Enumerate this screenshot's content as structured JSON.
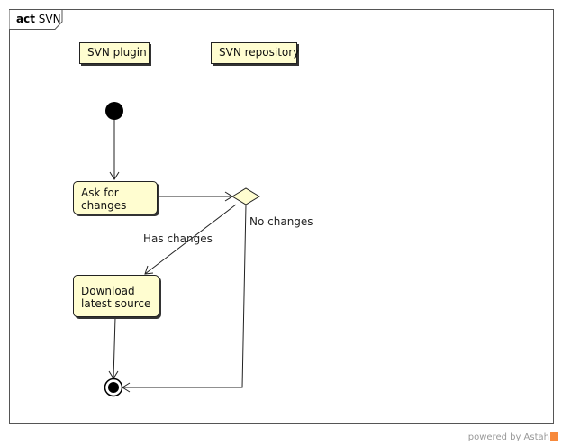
{
  "frame": {
    "keyword": "act",
    "name": "SVN"
  },
  "partitions": {
    "plugin": "SVN plugin",
    "repository": "SVN repository"
  },
  "actions": {
    "ask": {
      "line1": "Ask for",
      "line2": "changes"
    },
    "download": {
      "line1": "Download",
      "line2": "latest source"
    }
  },
  "guards": {
    "has_changes": "Has changes",
    "no_changes": "No changes"
  },
  "footer": {
    "text": "powered by Astah"
  },
  "colors": {
    "node_fill": "#fffdd0",
    "border": "#222222",
    "logo": "#f7893b"
  }
}
